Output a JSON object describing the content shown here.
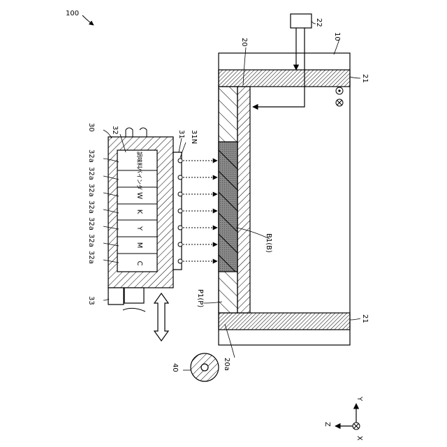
{
  "labels": {
    "fig_ref": "100",
    "stage": "10",
    "base": "20",
    "rail_top": "21",
    "rail_bottom": "21",
    "source": "22",
    "head_unit": "30",
    "head_array": "31",
    "nozzles": "31N",
    "cartridge_holder": "32",
    "cartridge_a": "32a",
    "rail_33": "33",
    "roller": "40",
    "edge_20a": "20a",
    "layer_b1": "B1(B)",
    "layer_p1": "P1(P)"
  },
  "cartridges": [
    "C",
    "M",
    "Y",
    "K",
    "W",
    "バインダ",
    "調味料"
  ],
  "axes": {
    "y": "Y",
    "z": "Z",
    "x": "X"
  }
}
